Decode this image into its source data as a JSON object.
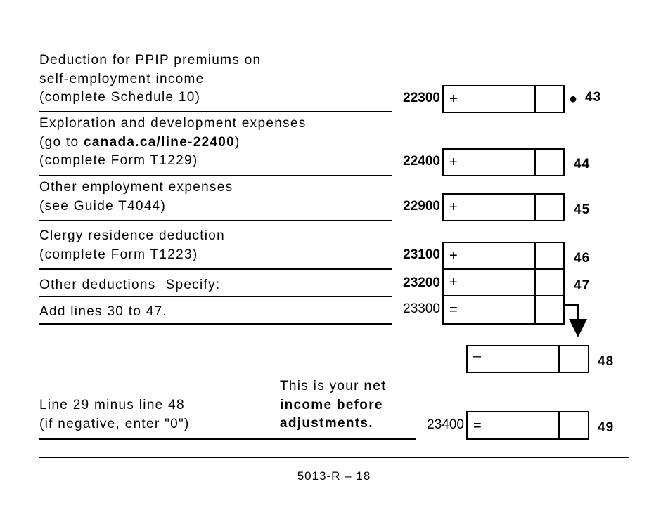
{
  "lines": [
    {
      "desc": [
        "Deduction for PPIP premiums on",
        "self-employment income",
        "(complete Schedule 10)"
      ],
      "code": "22300",
      "sign": "+",
      "line": "43",
      "marker": "●"
    },
    {
      "desc_l1": "Exploration and development expenses",
      "desc_l2_pre": "(go to ",
      "desc_l2_link": "canada.ca/line-22400",
      "desc_l2_post": ")",
      "desc_l3": "(complete Form T1229)",
      "code": "22400",
      "sign": "+",
      "line": "44"
    },
    {
      "desc": [
        "Other employment expenses",
        "(see Guide T4044)"
      ],
      "code": "22900",
      "sign": "+",
      "line": "45"
    },
    {
      "desc": [
        "Clergy residence deduction",
        "(complete Form T1223)"
      ],
      "code": "23100",
      "sign": "+",
      "line": "46"
    },
    {
      "desc_pre": "Other deductions",
      "desc_specify": "Specify:",
      "code": "23200",
      "sign": "+",
      "line": "47"
    },
    {
      "desc": "Add lines 30 to 47.",
      "code": "23300",
      "sign": "="
    },
    {
      "sign": "–",
      "line": "48"
    },
    {
      "desc": [
        "Line 29 minus line 48",
        "(if negative, enter \"0\")"
      ],
      "note_pre": "This is your ",
      "note_bold1": "net",
      "note_l2": "income before",
      "note_l3": "adjustments.",
      "code": "23400",
      "sign": "=",
      "line": "49"
    }
  ],
  "footer": "5013-R – 18"
}
